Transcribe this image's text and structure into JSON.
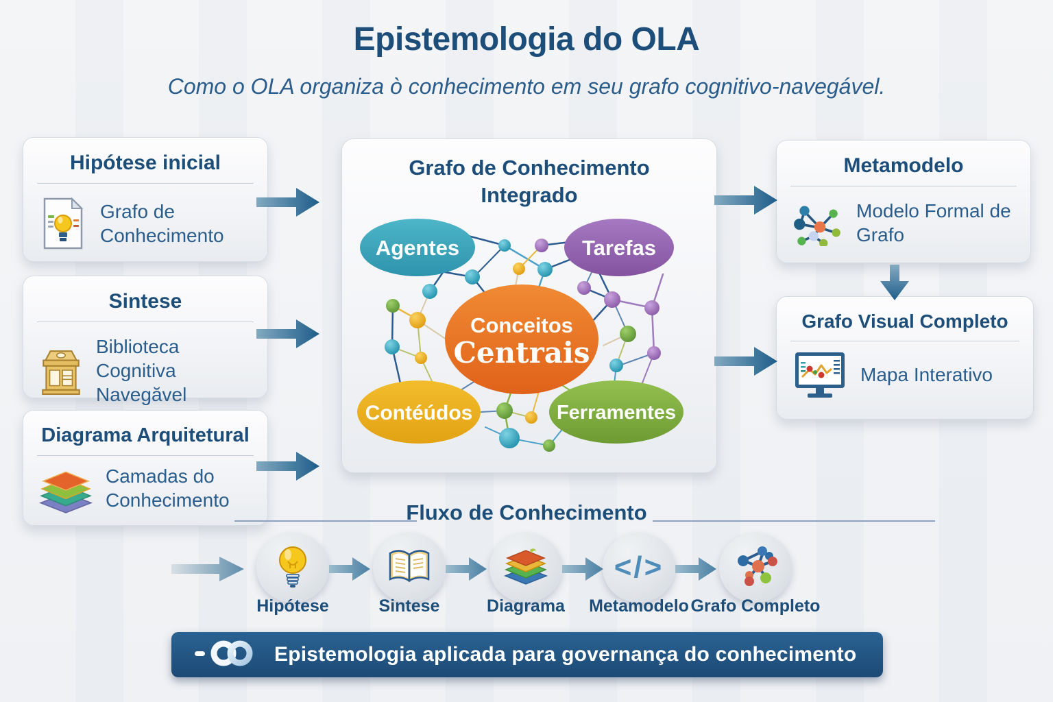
{
  "page": {
    "title": "Epistemologia do OLA",
    "subtitle": "Como o OLA organiza ò conhecimento em seu grafo cognitivo-navegável."
  },
  "left_cards": [
    {
      "title": "Hipótese inicial",
      "body": "Grafo de Conhecimento",
      "icon": "document-lightbulb-icon"
    },
    {
      "title": "Sintese",
      "body": "Biblioteca Cognitiva Navegăvel",
      "icon": "library-icon"
    },
    {
      "title": "Diagrama Arquitetural",
      "body": "Camadas do Conhecimento",
      "icon": "layers-icon"
    }
  ],
  "center_panel": {
    "title": "Grafo de Conhecimento Integrado",
    "nodes": {
      "agentes": "Agentes",
      "tarefas": "Tarefas",
      "conceitos_line1": "Conceitos",
      "conceitos_line2": "Centrais",
      "conteudos": "Contéúdos",
      "ferramentes": "Ferramentes"
    }
  },
  "right_cards": [
    {
      "title": "Metamodelo",
      "body": "Modelo Formal de Grafo",
      "icon": "graph-model-icon"
    },
    {
      "title": "Grafo Visual Completo",
      "body": "Mapa Interativo",
      "icon": "monitor-chart-icon"
    }
  ],
  "flow": {
    "title": "Fluxo de Conhecimento",
    "steps": [
      {
        "label": "Hipótese",
        "icon": "lightbulb-icon"
      },
      {
        "label": "Sintese",
        "icon": "open-book-icon"
      },
      {
        "label": "Diagrama",
        "icon": "layers-icon"
      },
      {
        "label": "Metamodelo",
        "icon": "code-icon",
        "glyph": "</>"
      },
      {
        "label": "Grafo Completo",
        "icon": "network-graph-icon"
      }
    ]
  },
  "footer": {
    "text": "Epistemologia aplicada para governança do conhecimento",
    "icon": "infinity-icon"
  },
  "colors": {
    "heading": "#1d4e79",
    "body_text": "#2a5d8c",
    "arrow": "#2d6591",
    "agentes": "#2f9fb4",
    "tarefas": "#8f62a8",
    "conceitos": "#e4711f",
    "conteudos": "#e8ad1f",
    "ferramentes": "#79a33a",
    "banner": "#1f4e79"
  }
}
